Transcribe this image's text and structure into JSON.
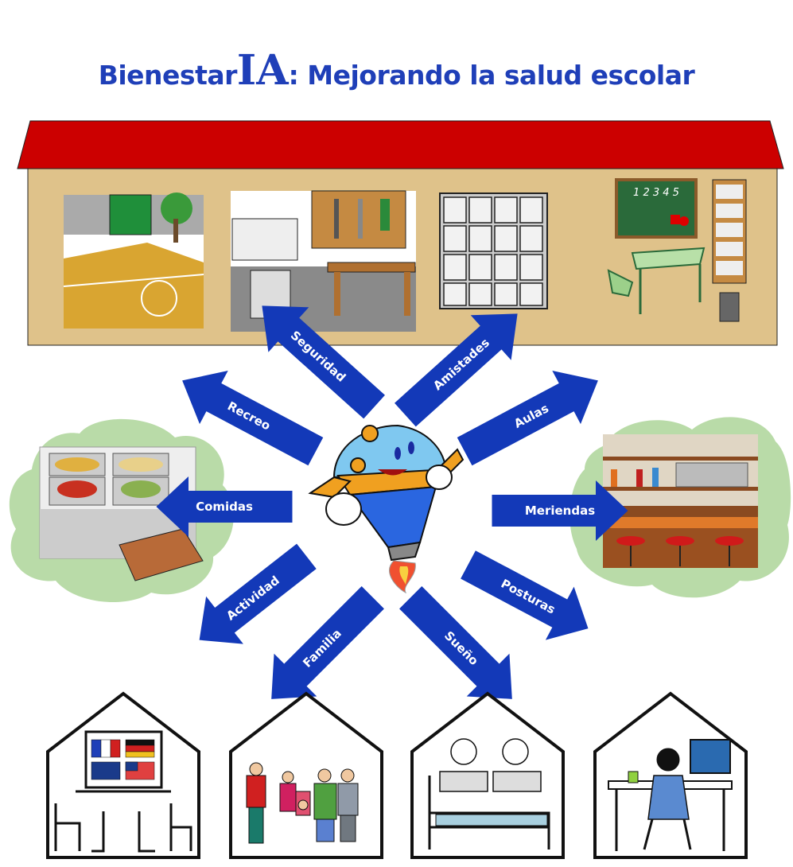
{
  "title": {
    "prefix": "Bienestar",
    "highlight": "IA",
    "suffix": ": Mejorando la salud escolar"
  },
  "colors": {
    "title": "#1f3fb8",
    "arrow": "#1339b8",
    "roof": "#cc0000",
    "wall": "#dfc28a",
    "cloud": "#b9dba8"
  },
  "arrows": [
    {
      "label": "Seguridad"
    },
    {
      "label": "Amistades"
    },
    {
      "label": "Recreo"
    },
    {
      "label": "Aulas"
    },
    {
      "label": "Comidas"
    },
    {
      "label": "Meriendas"
    },
    {
      "label": "Actividad"
    },
    {
      "label": "Posturas"
    },
    {
      "label": "Familia"
    },
    {
      "label": "Sueño"
    }
  ],
  "blackboard": {
    "text": "1 2 3 4 5"
  }
}
